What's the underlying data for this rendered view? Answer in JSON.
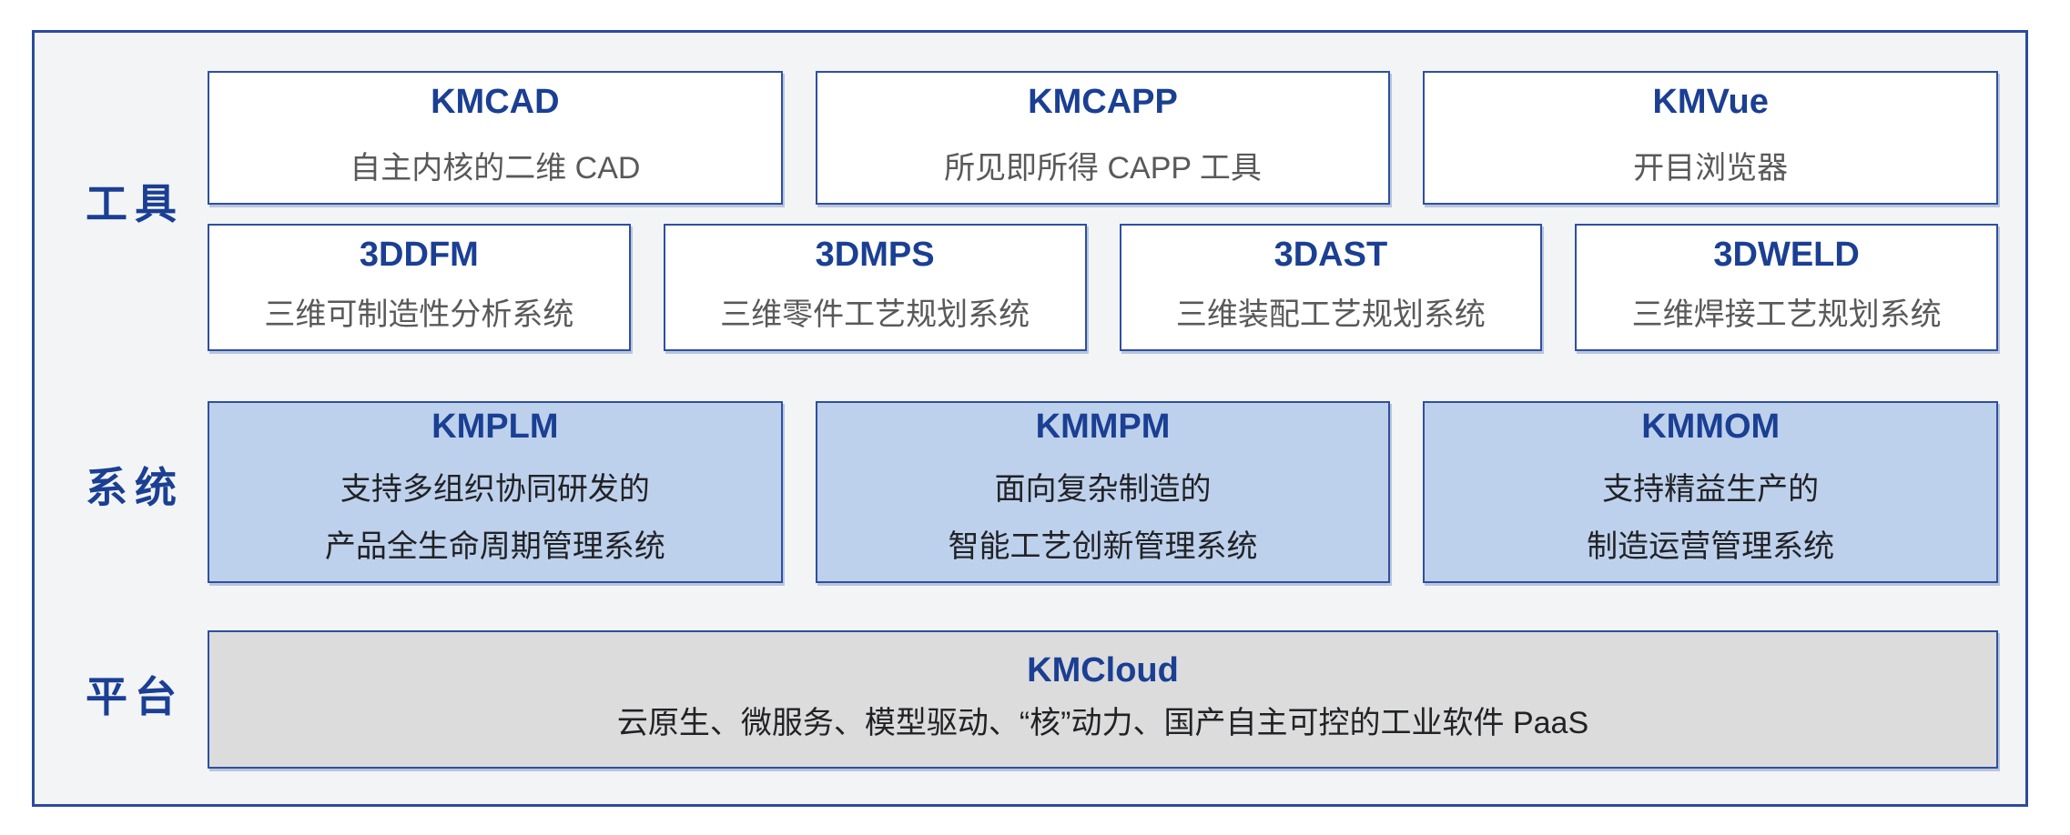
{
  "tools": {
    "label": "工具",
    "row1": [
      {
        "name": "KMCAD",
        "desc": "自主内核的二维 CAD"
      },
      {
        "name": "KMCAPP",
        "desc": "所见即所得 CAPP 工具"
      },
      {
        "name": "KMVue",
        "desc": "开目浏览器"
      }
    ],
    "row2": [
      {
        "name": "3DDFM",
        "desc": "三维可制造性分析系统"
      },
      {
        "name": "3DMPS",
        "desc": "三维零件工艺规划系统"
      },
      {
        "name": "3DAST",
        "desc": "三维装配工艺规划系统"
      },
      {
        "name": "3DWELD",
        "desc": "三维焊接工艺规划系统"
      }
    ]
  },
  "systems": {
    "label": "系统",
    "items": [
      {
        "name": "KMPLM",
        "desc_line1": "支持多组织协同研发的",
        "desc_line2": "产品全生命周期管理系统"
      },
      {
        "name": "KMMPM",
        "desc_line1": "面向复杂制造的",
        "desc_line2": "智能工艺创新管理系统"
      },
      {
        "name": "KMMOM",
        "desc_line1": "支持精益生产的",
        "desc_line2": "制造运营管理系统"
      }
    ]
  },
  "platform": {
    "label": "平台",
    "items": [
      {
        "name": "KMCloud",
        "desc": "云原生、微服务、模型驱动、“核”动力、国产自主可控的工业软件 PaaS"
      }
    ]
  },
  "colors": {
    "title_blue": "#1a3f93",
    "border_blue": "#2e509f",
    "frame_border_blue": "#2b4b9e",
    "frame_background": "#f3f4f6",
    "system_box_fill": "#bed1ec",
    "platform_box_fill": "#dcdcdc",
    "subtitle_gray": "#595959",
    "body_text_dark": "#212226"
  }
}
